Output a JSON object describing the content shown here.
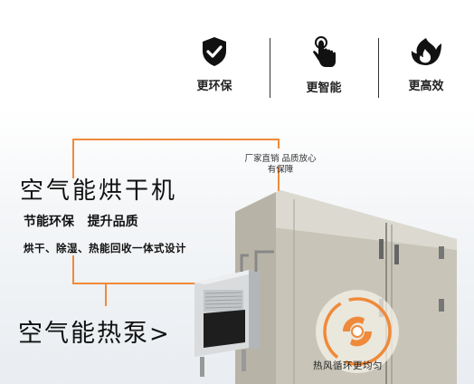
{
  "features": [
    {
      "label": "更环保",
      "icon": "shield-check-icon"
    },
    {
      "label": "更智能",
      "icon": "finger-touch-icon"
    },
    {
      "label": "更高效",
      "icon": "flame-icon"
    }
  ],
  "product": {
    "title": "空气能烘干机",
    "slogan": "节能环保   提升品质",
    "description": "烘干、除湿、热能回收一体式设计",
    "category_link": "空气能热泵",
    "note_line1": "厂家直销  品质放心",
    "note_line2": "有保障",
    "badge": "热风循环更均匀"
  },
  "colors": {
    "accent": "#ef8a3a",
    "icon": "#111111"
  }
}
